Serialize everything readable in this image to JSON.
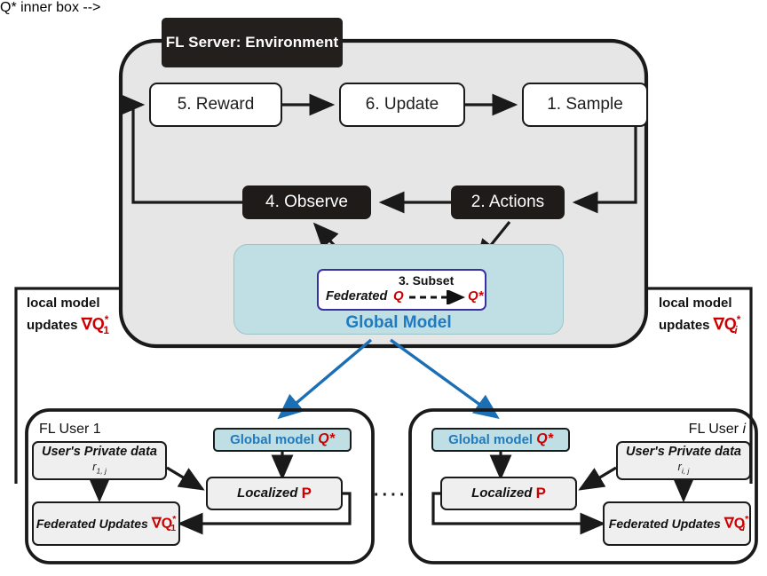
{
  "figure": {
    "kind": "federated-reinforcement-learning-architecture-diagram"
  },
  "server": {
    "title": "FL Server: Environment",
    "steps": [
      {
        "id": "reward",
        "label": "5. Reward",
        "style": "white"
      },
      {
        "id": "update",
        "label": "6. Update",
        "style": "white"
      },
      {
        "id": "sample",
        "label": "1. Sample",
        "style": "white"
      },
      {
        "id": "observe",
        "label": "4. Observe",
        "style": "black"
      },
      {
        "id": "actions",
        "label": "2. Actions",
        "style": "black"
      }
    ],
    "global_model": {
      "caption": "Global Model",
      "inner": {
        "left_text": "Federated",
        "left_symbol": "Q",
        "arrow_label": "3. Subset",
        "right_symbol": "Q*"
      }
    }
  },
  "channels": {
    "left": {
      "line1": "local model",
      "line2_prefix": "updates",
      "symbol": "∇Q",
      "sub": "1",
      "sup": "*"
    },
    "right": {
      "line1": "local model",
      "line2_prefix": "updates",
      "symbol": "∇Q",
      "sub": "i",
      "sup": "*"
    }
  },
  "users": [
    {
      "id": "user-1",
      "title_prefix": "FL User",
      "title_index": "1",
      "title_index_italic": false,
      "global_model": {
        "label": "Global model",
        "symbol": "Q*"
      },
      "private_data": {
        "label": "User's Private data",
        "rate": "r",
        "rate_sub": "1, j"
      },
      "localized": {
        "label": "Localized",
        "symbol": "P"
      },
      "updates": {
        "label": "Federated Updates",
        "symbol": "∇Q",
        "sub": "1",
        "sup": "*"
      }
    },
    {
      "id": "user-i",
      "title_prefix": "FL User",
      "title_index": "i",
      "title_index_italic": true,
      "global_model": {
        "label": "Global model",
        "symbol": "Q*"
      },
      "private_data": {
        "label": "User's Private data",
        "rate": "r",
        "rate_sub": "i, j"
      },
      "localized": {
        "label": "Localized",
        "symbol": "P"
      },
      "updates": {
        "label": "Federated Updates",
        "symbol": "∇Q",
        "sub": "i",
        "sup": "*"
      }
    }
  ],
  "ellipsis": "·····",
  "colors": {
    "teal_fill": "#bfdfe4",
    "server_fill": "#e6e6e6",
    "black_box": "#1e1b19",
    "accent_blue": "#1f7ac0",
    "arrow_blue": "#1b6fb5",
    "red_symbol": "#cc0000",
    "fed_border": "#3b2fa0",
    "grey_fill": "#efefef",
    "stroke": "#1a1a1a"
  }
}
